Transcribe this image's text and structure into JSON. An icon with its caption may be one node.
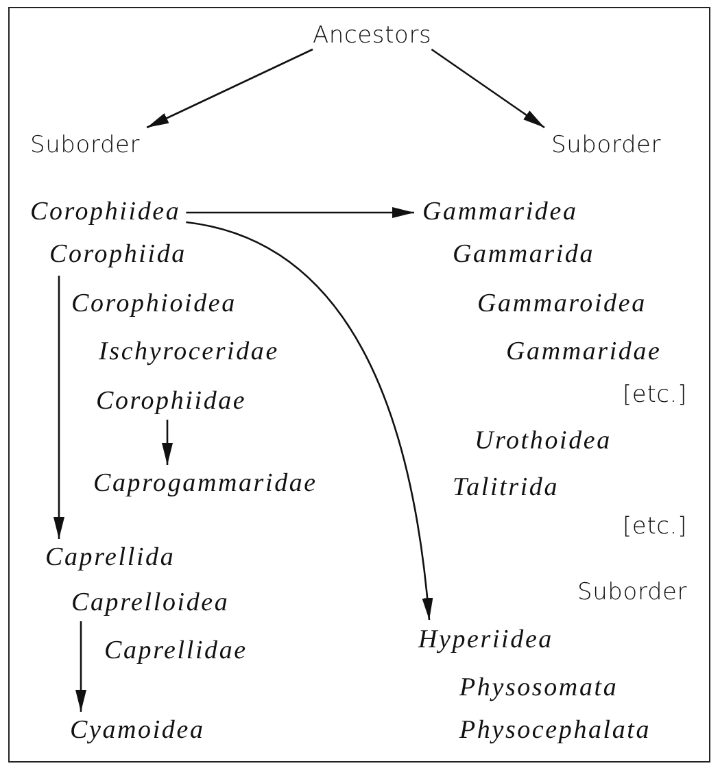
{
  "diagram": {
    "nodes": [
      {
        "text": [
          "Ancestors"
        ]
      },
      {
        "text": [
          "Suborder"
        ]
      },
      {
        "text": [
          "Suborder"
        ]
      },
      {
        "text": [
          "Corophiidea"
        ]
      },
      {
        "text": [
          "Gammaridea"
        ]
      },
      {
        "text": [
          "Corophiida"
        ]
      },
      {
        "text": [
          "Corophiidae"
        ]
      },
      {
        "text": [
          "Caprogammaridae"
        ]
      },
      {
        "text": [
          "Caprellida"
        ]
      },
      {
        "text": [
          "Caprelloidea"
        ]
      },
      {
        "text": [
          "Cyamoidea"
        ]
      },
      {
        "text": [
          "Hyperiidea"
        ]
      }
    ],
    "edges": [
      {
        "from": 0,
        "to": 1,
        "arrow": "to"
      },
      {
        "from": 0,
        "to": 2,
        "arrow": "to"
      },
      {
        "from": 3,
        "to": 4,
        "arrow": "to"
      },
      {
        "from": 3,
        "to": 11,
        "arrow": "to"
      },
      {
        "from": 5,
        "to": 8,
        "arrow": "to"
      },
      {
        "from": 6,
        "to": 7,
        "arrow": "to"
      },
      {
        "from": 9,
        "to": 10,
        "arrow": "to"
      }
    ],
    "labels": [
      "Gammarida",
      "Corophioidea",
      "Gammaroidea",
      "Ischyroceridae",
      "Gammaridae",
      "[etc.]",
      "Urothoidea",
      "Talitrida",
      "[etc.]",
      "Suborder",
      "Caprellidae",
      "Physosomata",
      "Physocephalata"
    ]
  }
}
